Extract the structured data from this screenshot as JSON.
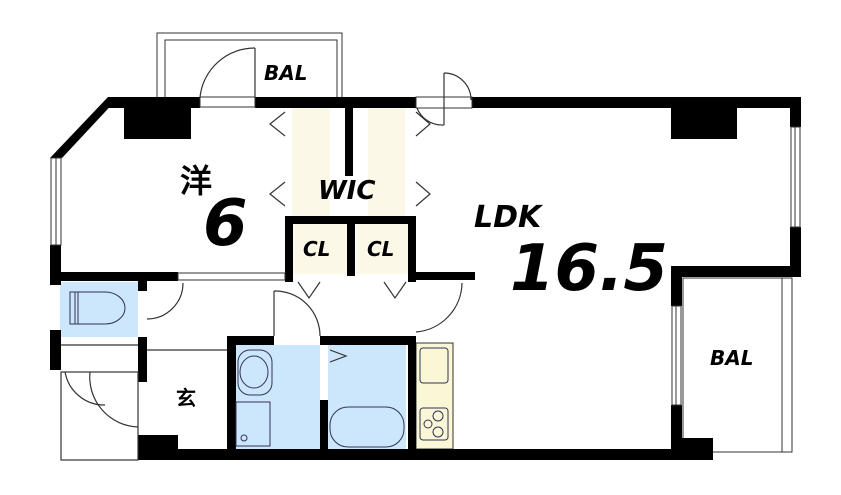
{
  "floorplan": {
    "colors": {
      "wall": "#000000",
      "storage_fill": "#fbf8e8",
      "wet_area_fill": "#cce6fb",
      "kitchen_fill": "#faf7d6",
      "background": "#ffffff"
    },
    "rooms": {
      "western_room": {
        "name": "洋",
        "size": "6"
      },
      "ldk": {
        "name": "LDK",
        "size": "16.5"
      },
      "wic": {
        "name": "WIC"
      },
      "closet_1": {
        "name": "CL"
      },
      "closet_2": {
        "name": "CL"
      },
      "entrance": {
        "name": "玄"
      },
      "balcony_top": {
        "name": "BAL"
      },
      "balcony_right": {
        "name": "BAL"
      }
    }
  }
}
